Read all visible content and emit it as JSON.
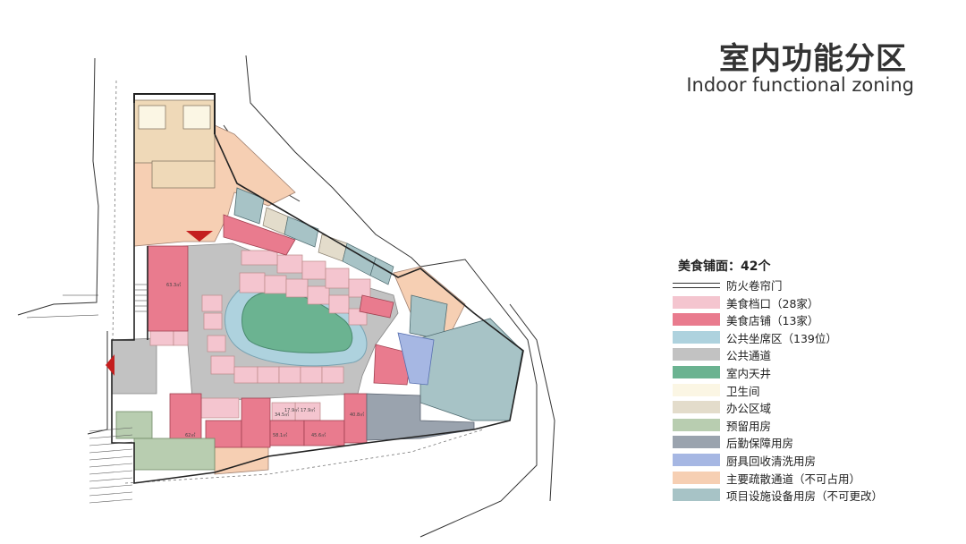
{
  "header": {
    "title": "室内功能分区",
    "subtitle": "Indoor functional zoning"
  },
  "legend": {
    "heading": "美食铺面：42个",
    "items": [
      {
        "label": "防火卷帘门",
        "color": "#333333",
        "kind": "line"
      },
      {
        "label": "美食档口（28家）",
        "color": "#f4c5cf"
      },
      {
        "label": "美食店铺（13家）",
        "color": "#e97b8e"
      },
      {
        "label": "公共坐席区（139位）",
        "color": "#aed2de"
      },
      {
        "label": "公共通道",
        "color": "#c2c2c2"
      },
      {
        "label": "室内天井",
        "color": "#6bb391"
      },
      {
        "label": "卫生间",
        "color": "#fbf6e4"
      },
      {
        "label": "办公区域",
        "color": "#e3dccb"
      },
      {
        "label": "预留用房",
        "color": "#b8cdb0"
      },
      {
        "label": "后勤保障用房",
        "color": "#9aa3ae"
      },
      {
        "label": "厨具回收清洗用房",
        "color": "#a6b7e3"
      },
      {
        "label": "主要疏散通道（不可占用）",
        "color": "#f6cfb3"
      },
      {
        "label": "项目设施设备用房（不可更改）",
        "color": "#a7c3c6"
      }
    ]
  },
  "plan_labels": {
    "area_a": "63.3㎡",
    "area_b": "34.5㎡",
    "area_c": "45.6㎡",
    "area_d": "40.8㎡",
    "area_e": "17.9㎡",
    "area_f": "17.9㎡",
    "area_g": "58.1㎡",
    "area_h": "62㎡"
  }
}
